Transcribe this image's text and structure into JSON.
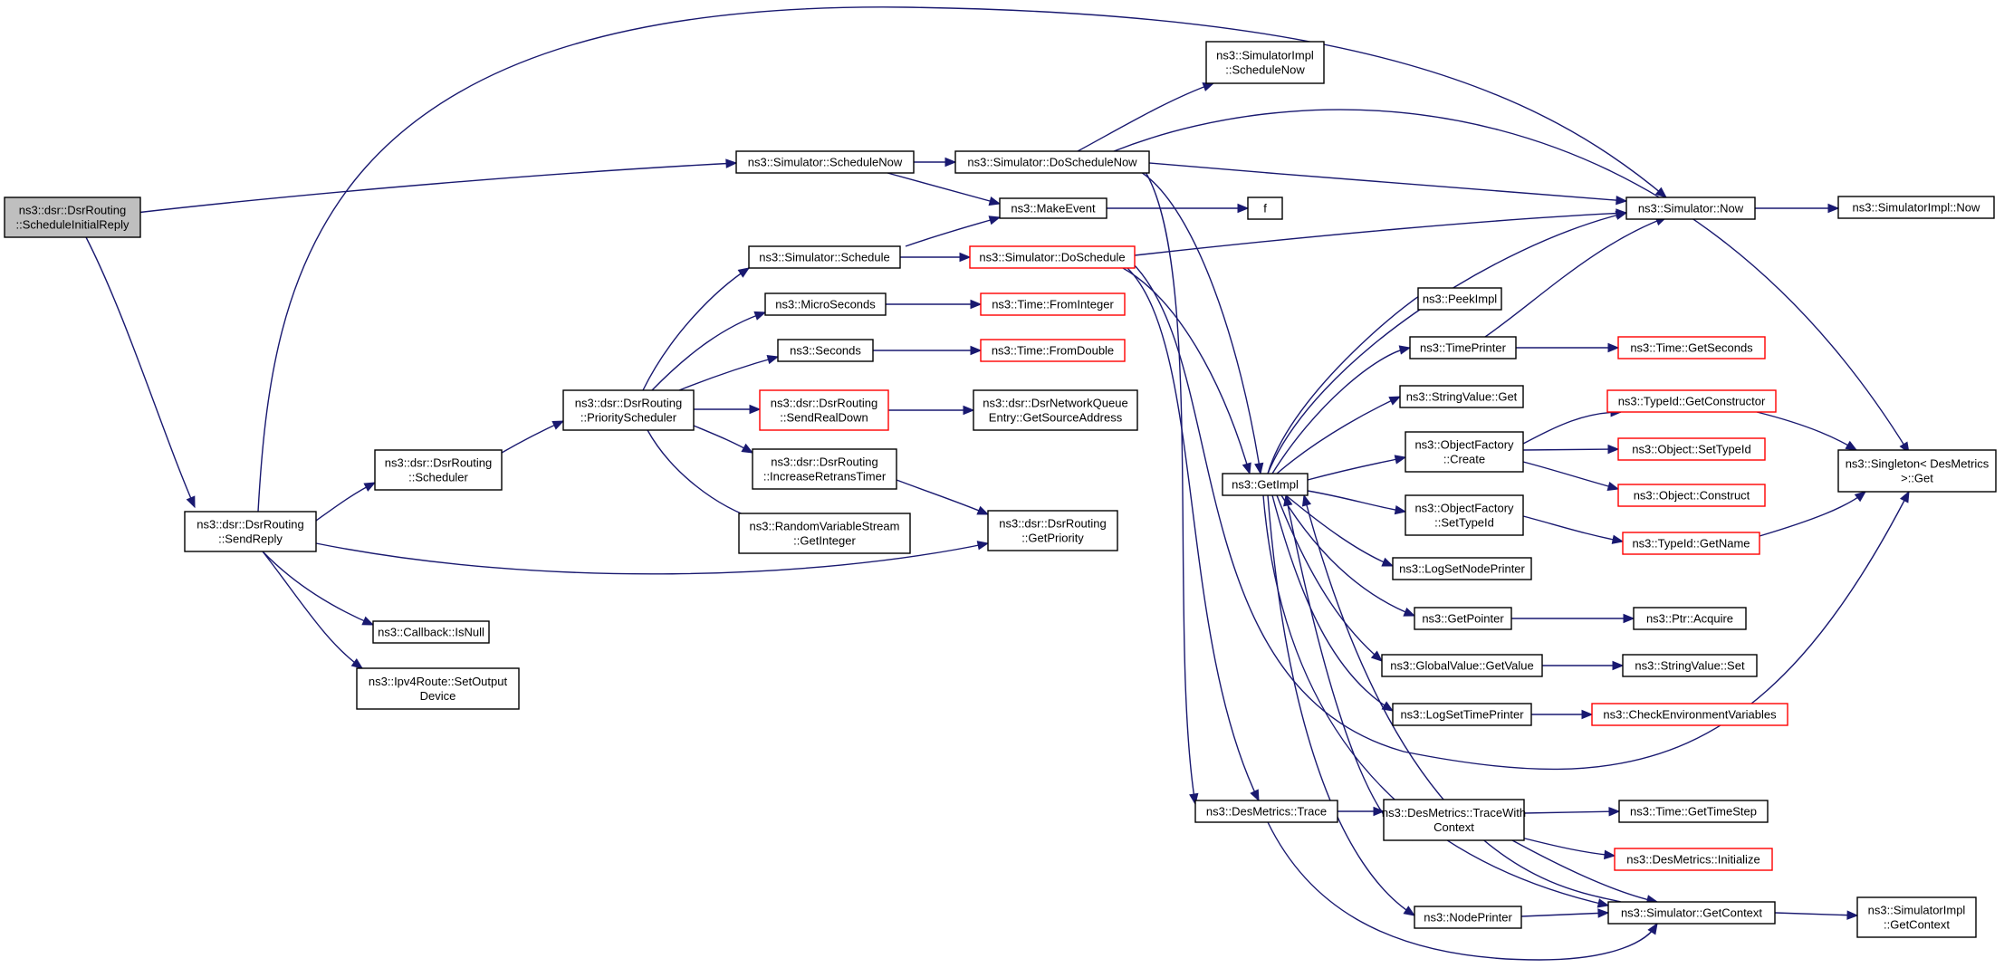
{
  "colors": {
    "edge": "#191970",
    "node_border": "#000000",
    "truncated_border": "#ff0000",
    "root_fill": "#bfbfbf",
    "node_fill": "#ffffff"
  },
  "nodes": [
    {
      "id": "root",
      "lines": [
        "ns3::dsr::DsrRouting",
        "::ScheduleInitialReply"
      ],
      "root": true
    },
    {
      "id": "sendReply",
      "lines": [
        "ns3::dsr::DsrRouting",
        "::SendReply"
      ]
    },
    {
      "id": "schedNowTop",
      "lines": [
        "ns3::Simulator::ScheduleNow"
      ]
    },
    {
      "id": "doSchedNow",
      "lines": [
        "ns3::Simulator::DoScheduleNow"
      ]
    },
    {
      "id": "implSchedNow",
      "lines": [
        "ns3::SimulatorImpl",
        "::ScheduleNow"
      ]
    },
    {
      "id": "makeEvent",
      "lines": [
        "ns3::MakeEvent"
      ]
    },
    {
      "id": "f",
      "lines": [
        "f"
      ]
    },
    {
      "id": "simNow",
      "lines": [
        "ns3::Simulator::Now"
      ]
    },
    {
      "id": "implNow",
      "lines": [
        "ns3::SimulatorImpl::Now"
      ]
    },
    {
      "id": "simSchedule",
      "lines": [
        "ns3::Simulator::Schedule"
      ]
    },
    {
      "id": "doSchedule",
      "lines": [
        "ns3::Simulator::DoSchedule"
      ],
      "truncated": true
    },
    {
      "id": "microSeconds",
      "lines": [
        "ns3::MicroSeconds"
      ]
    },
    {
      "id": "fromInteger",
      "lines": [
        "ns3::Time::FromInteger"
      ],
      "truncated": true
    },
    {
      "id": "seconds",
      "lines": [
        "ns3::Seconds"
      ]
    },
    {
      "id": "fromDouble",
      "lines": [
        "ns3::Time::FromDouble"
      ],
      "truncated": true
    },
    {
      "id": "prioSched",
      "lines": [
        "ns3::dsr::DsrRouting",
        "::PriorityScheduler"
      ]
    },
    {
      "id": "sendRealDown",
      "lines": [
        "ns3::dsr::DsrRouting",
        "::SendRealDown"
      ],
      "truncated": true
    },
    {
      "id": "getSrcAddr",
      "lines": [
        "ns3::dsr::DsrNetworkQueue",
        "Entry::GetSourceAddress"
      ]
    },
    {
      "id": "scheduler",
      "lines": [
        "ns3::dsr::DsrRouting",
        "::Scheduler"
      ]
    },
    {
      "id": "incRetrans",
      "lines": [
        "ns3::dsr::DsrRouting",
        "::IncreaseRetransTimer"
      ]
    },
    {
      "id": "rvsGetInt",
      "lines": [
        "ns3::RandomVariableStream",
        "::GetInteger"
      ]
    },
    {
      "id": "getPriority",
      "lines": [
        "ns3::dsr::DsrRouting",
        "::GetPriority"
      ]
    },
    {
      "id": "cbIsNull",
      "lines": [
        "ns3::Callback::IsNull"
      ]
    },
    {
      "id": "ipv4SetOut",
      "lines": [
        "ns3::Ipv4Route::SetOutput",
        "Device"
      ]
    },
    {
      "id": "getImpl",
      "lines": [
        "ns3::GetImpl"
      ]
    },
    {
      "id": "peekImpl",
      "lines": [
        "ns3::PeekImpl"
      ]
    },
    {
      "id": "timePrinter",
      "lines": [
        "ns3::TimePrinter"
      ]
    },
    {
      "id": "getSeconds",
      "lines": [
        "ns3::Time::GetSeconds"
      ],
      "truncated": true
    },
    {
      "id": "strValGet",
      "lines": [
        "ns3::StringValue::Get"
      ]
    },
    {
      "id": "objFactCreate",
      "lines": [
        "ns3::ObjectFactory",
        "::Create"
      ]
    },
    {
      "id": "getCtor",
      "lines": [
        "ns3::TypeId::GetConstructor"
      ],
      "truncated": true
    },
    {
      "id": "objSetTypeId",
      "lines": [
        "ns3::Object::SetTypeId"
      ],
      "truncated": true
    },
    {
      "id": "objConstruct",
      "lines": [
        "ns3::Object::Construct"
      ],
      "truncated": true
    },
    {
      "id": "objFactSetTypeId",
      "lines": [
        "ns3::ObjectFactory",
        "::SetTypeId"
      ]
    },
    {
      "id": "getName",
      "lines": [
        "ns3::TypeId::GetName"
      ],
      "truncated": true
    },
    {
      "id": "singleton",
      "lines": [
        "ns3::Singleton< DesMetrics",
        ">::Get"
      ]
    },
    {
      "id": "logSetNode",
      "lines": [
        "ns3::LogSetNodePrinter"
      ]
    },
    {
      "id": "getPointer",
      "lines": [
        "ns3::GetPointer"
      ]
    },
    {
      "id": "ptrAcquire",
      "lines": [
        "ns3::Ptr::Acquire"
      ]
    },
    {
      "id": "gvGetValue",
      "lines": [
        "ns3::GlobalValue::GetValue"
      ]
    },
    {
      "id": "strValSet",
      "lines": [
        "ns3::StringValue::Set"
      ]
    },
    {
      "id": "logSetTime",
      "lines": [
        "ns3::LogSetTimePrinter"
      ]
    },
    {
      "id": "checkEnv",
      "lines": [
        "ns3::CheckEnvironmentVariables"
      ],
      "truncated": true
    },
    {
      "id": "dmTrace",
      "lines": [
        "ns3::DesMetrics::Trace"
      ]
    },
    {
      "id": "dmTraceCtx",
      "lines": [
        "ns3::DesMetrics::TraceWith",
        "Context"
      ]
    },
    {
      "id": "getTimeStep",
      "lines": [
        "ns3::Time::GetTimeStep"
      ]
    },
    {
      "id": "dmInit",
      "lines": [
        "ns3::DesMetrics::Initialize"
      ],
      "truncated": true
    },
    {
      "id": "nodePrinter",
      "lines": [
        "ns3::NodePrinter"
      ]
    },
    {
      "id": "simGetCtx",
      "lines": [
        "ns3::Simulator::GetContext"
      ]
    },
    {
      "id": "implGetCtx",
      "lines": [
        "ns3::SimulatorImpl",
        "::GetContext"
      ]
    }
  ]
}
